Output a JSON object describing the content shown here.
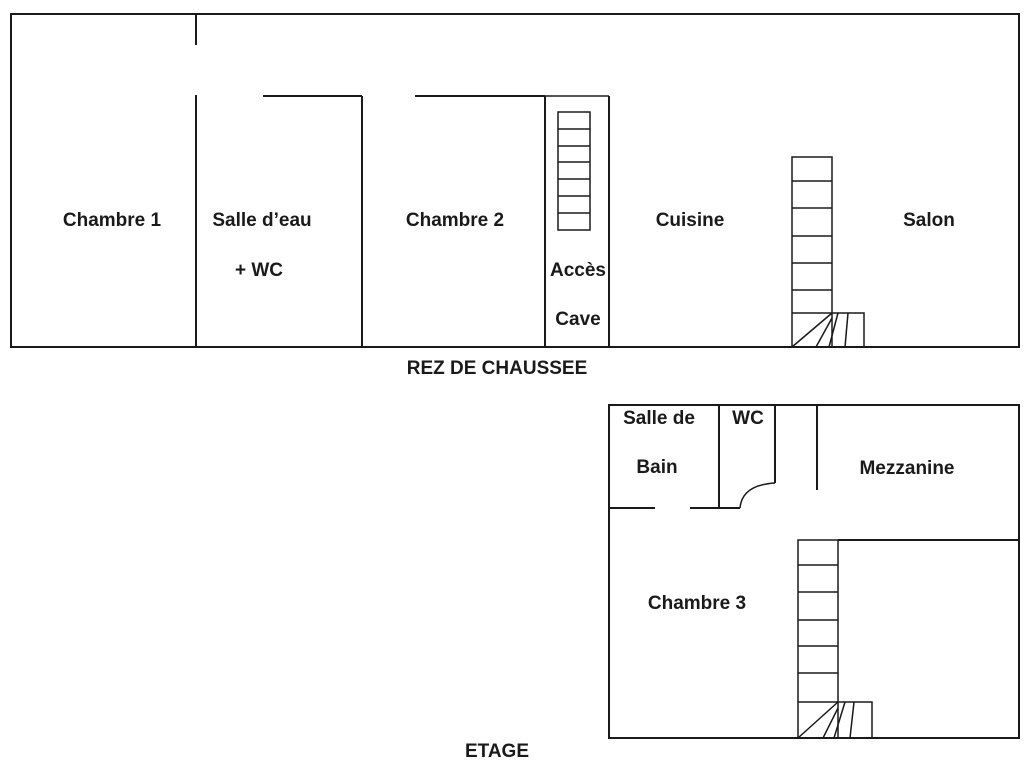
{
  "ground_floor": {
    "title": "REZ DE CHAUSSEE",
    "rooms": {
      "chambre_1": "Chambre 1",
      "salle_deau_line1": "Salle d’eau",
      "salle_deau_line2": "+ WC",
      "chambre_2": "Chambre 2",
      "acces_cave_line1": "Accès",
      "acces_cave_line2": "Cave",
      "cuisine": "Cuisine",
      "salon": "Salon"
    }
  },
  "upper_floor": {
    "title": "ETAGE",
    "rooms": {
      "salle_de_bain_line1": "Salle de",
      "salle_de_bain_line2": "Bain",
      "wc": "WC",
      "mezzanine": "Mezzanine",
      "chambre_3": "Chambre 3"
    }
  },
  "colors": {
    "line": "#1a1a1a",
    "background": "#ffffff"
  },
  "icons": [
    "staircase-icon",
    "door-swing-icon"
  ]
}
